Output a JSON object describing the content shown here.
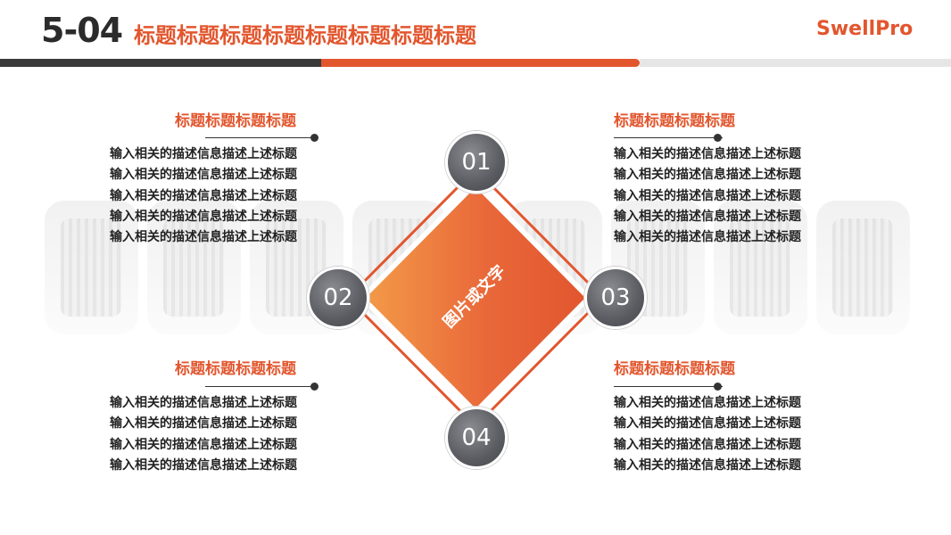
{
  "header": {
    "number": "5-04",
    "title": "标题标题标题标题标题标题标题标题",
    "logo": "SwellPro"
  },
  "center": {
    "label": "图片或文字",
    "colors": {
      "gradient_start": "#f08a3e",
      "gradient_end": "#e2562e"
    }
  },
  "nodes": [
    "01",
    "02",
    "03",
    "04"
  ],
  "blocks": {
    "top_left": {
      "title": "标题标题标题标题",
      "lines": [
        "输入相关的描述信息描述上述标题",
        "输入相关的描述信息描述上述标题",
        "输入相关的描述信息描述上述标题",
        "输入相关的描述信息描述上述标题",
        "输入相关的描述信息描述上述标题"
      ]
    },
    "top_right": {
      "title": "标题标题标题标题",
      "lines": [
        "输入相关的描述信息描述上述标题",
        "输入相关的描述信息描述上述标题",
        "输入相关的描述信息描述上述标题",
        "输入相关的描述信息描述上述标题",
        "输入相关的描述信息描述上述标题"
      ]
    },
    "bottom_left": {
      "title": "标题标题标题标题",
      "lines": [
        "输入相关的描述信息描述上述标题",
        "输入相关的描述信息描述上述标题",
        "输入相关的描述信息描述上述标题",
        "输入相关的描述信息描述上述标题"
      ]
    },
    "bottom_right": {
      "title": "标题标题标题标题",
      "lines": [
        "输入相关的描述信息描述上述标题",
        "输入相关的描述信息描述上述标题",
        "输入相关的描述信息描述上述标题",
        "输入相关的描述信息描述上述标题"
      ]
    }
  },
  "theme": {
    "accent": "#e2562e",
    "dark": "#2b2b2b",
    "light_bar": "#e6e6e6"
  }
}
